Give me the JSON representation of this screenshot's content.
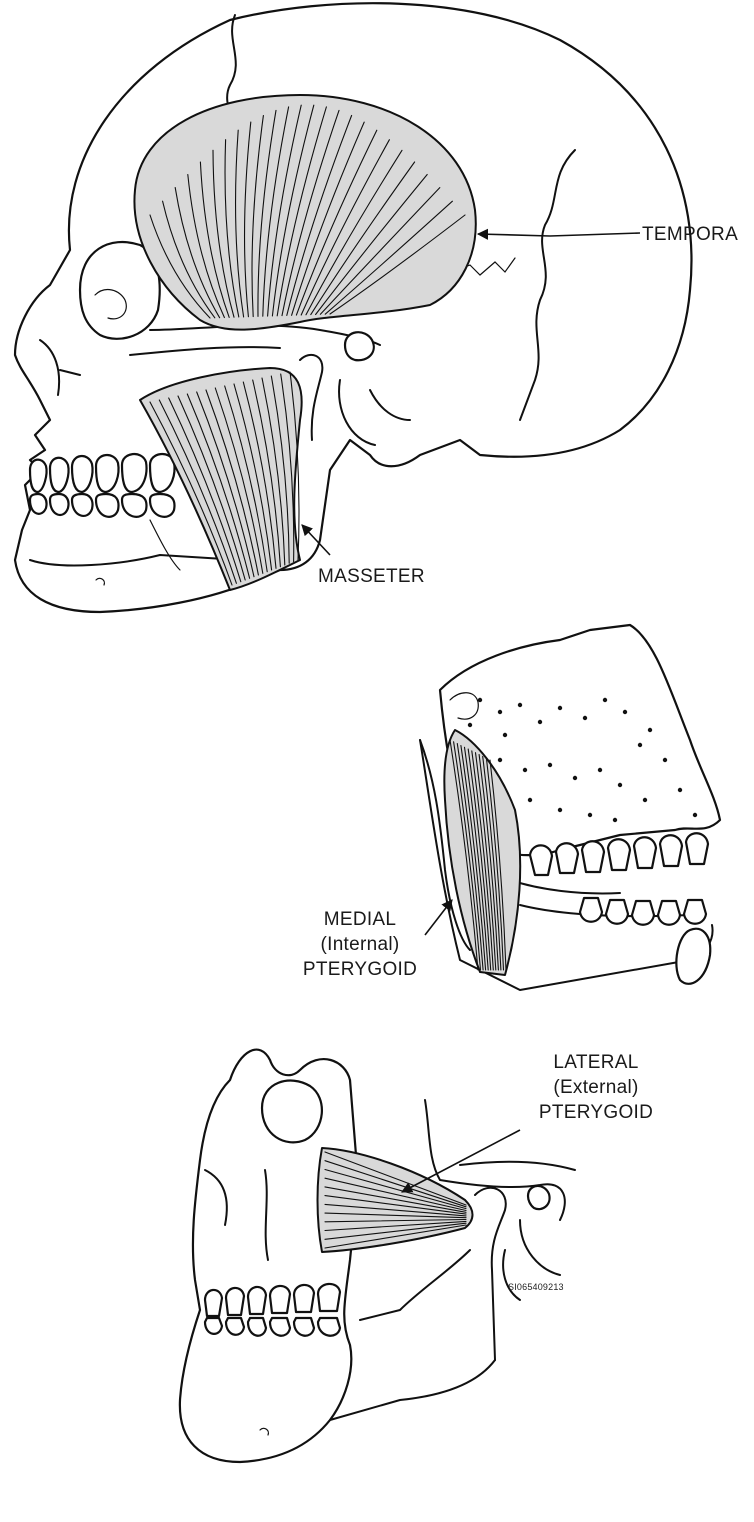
{
  "labels": {
    "temporal": "TEMPORA",
    "masseter": "MASSETER",
    "medial": [
      "MEDIAL",
      "(Internal)",
      "PTERYGOID"
    ],
    "lateral": [
      "LATERAL",
      "(External)",
      "PTERYGOID"
    ],
    "code": "SI065409213"
  },
  "colors": {
    "ink": "#111111",
    "paper": "#ffffff",
    "muscle_fill": "#d9d9d9"
  }
}
